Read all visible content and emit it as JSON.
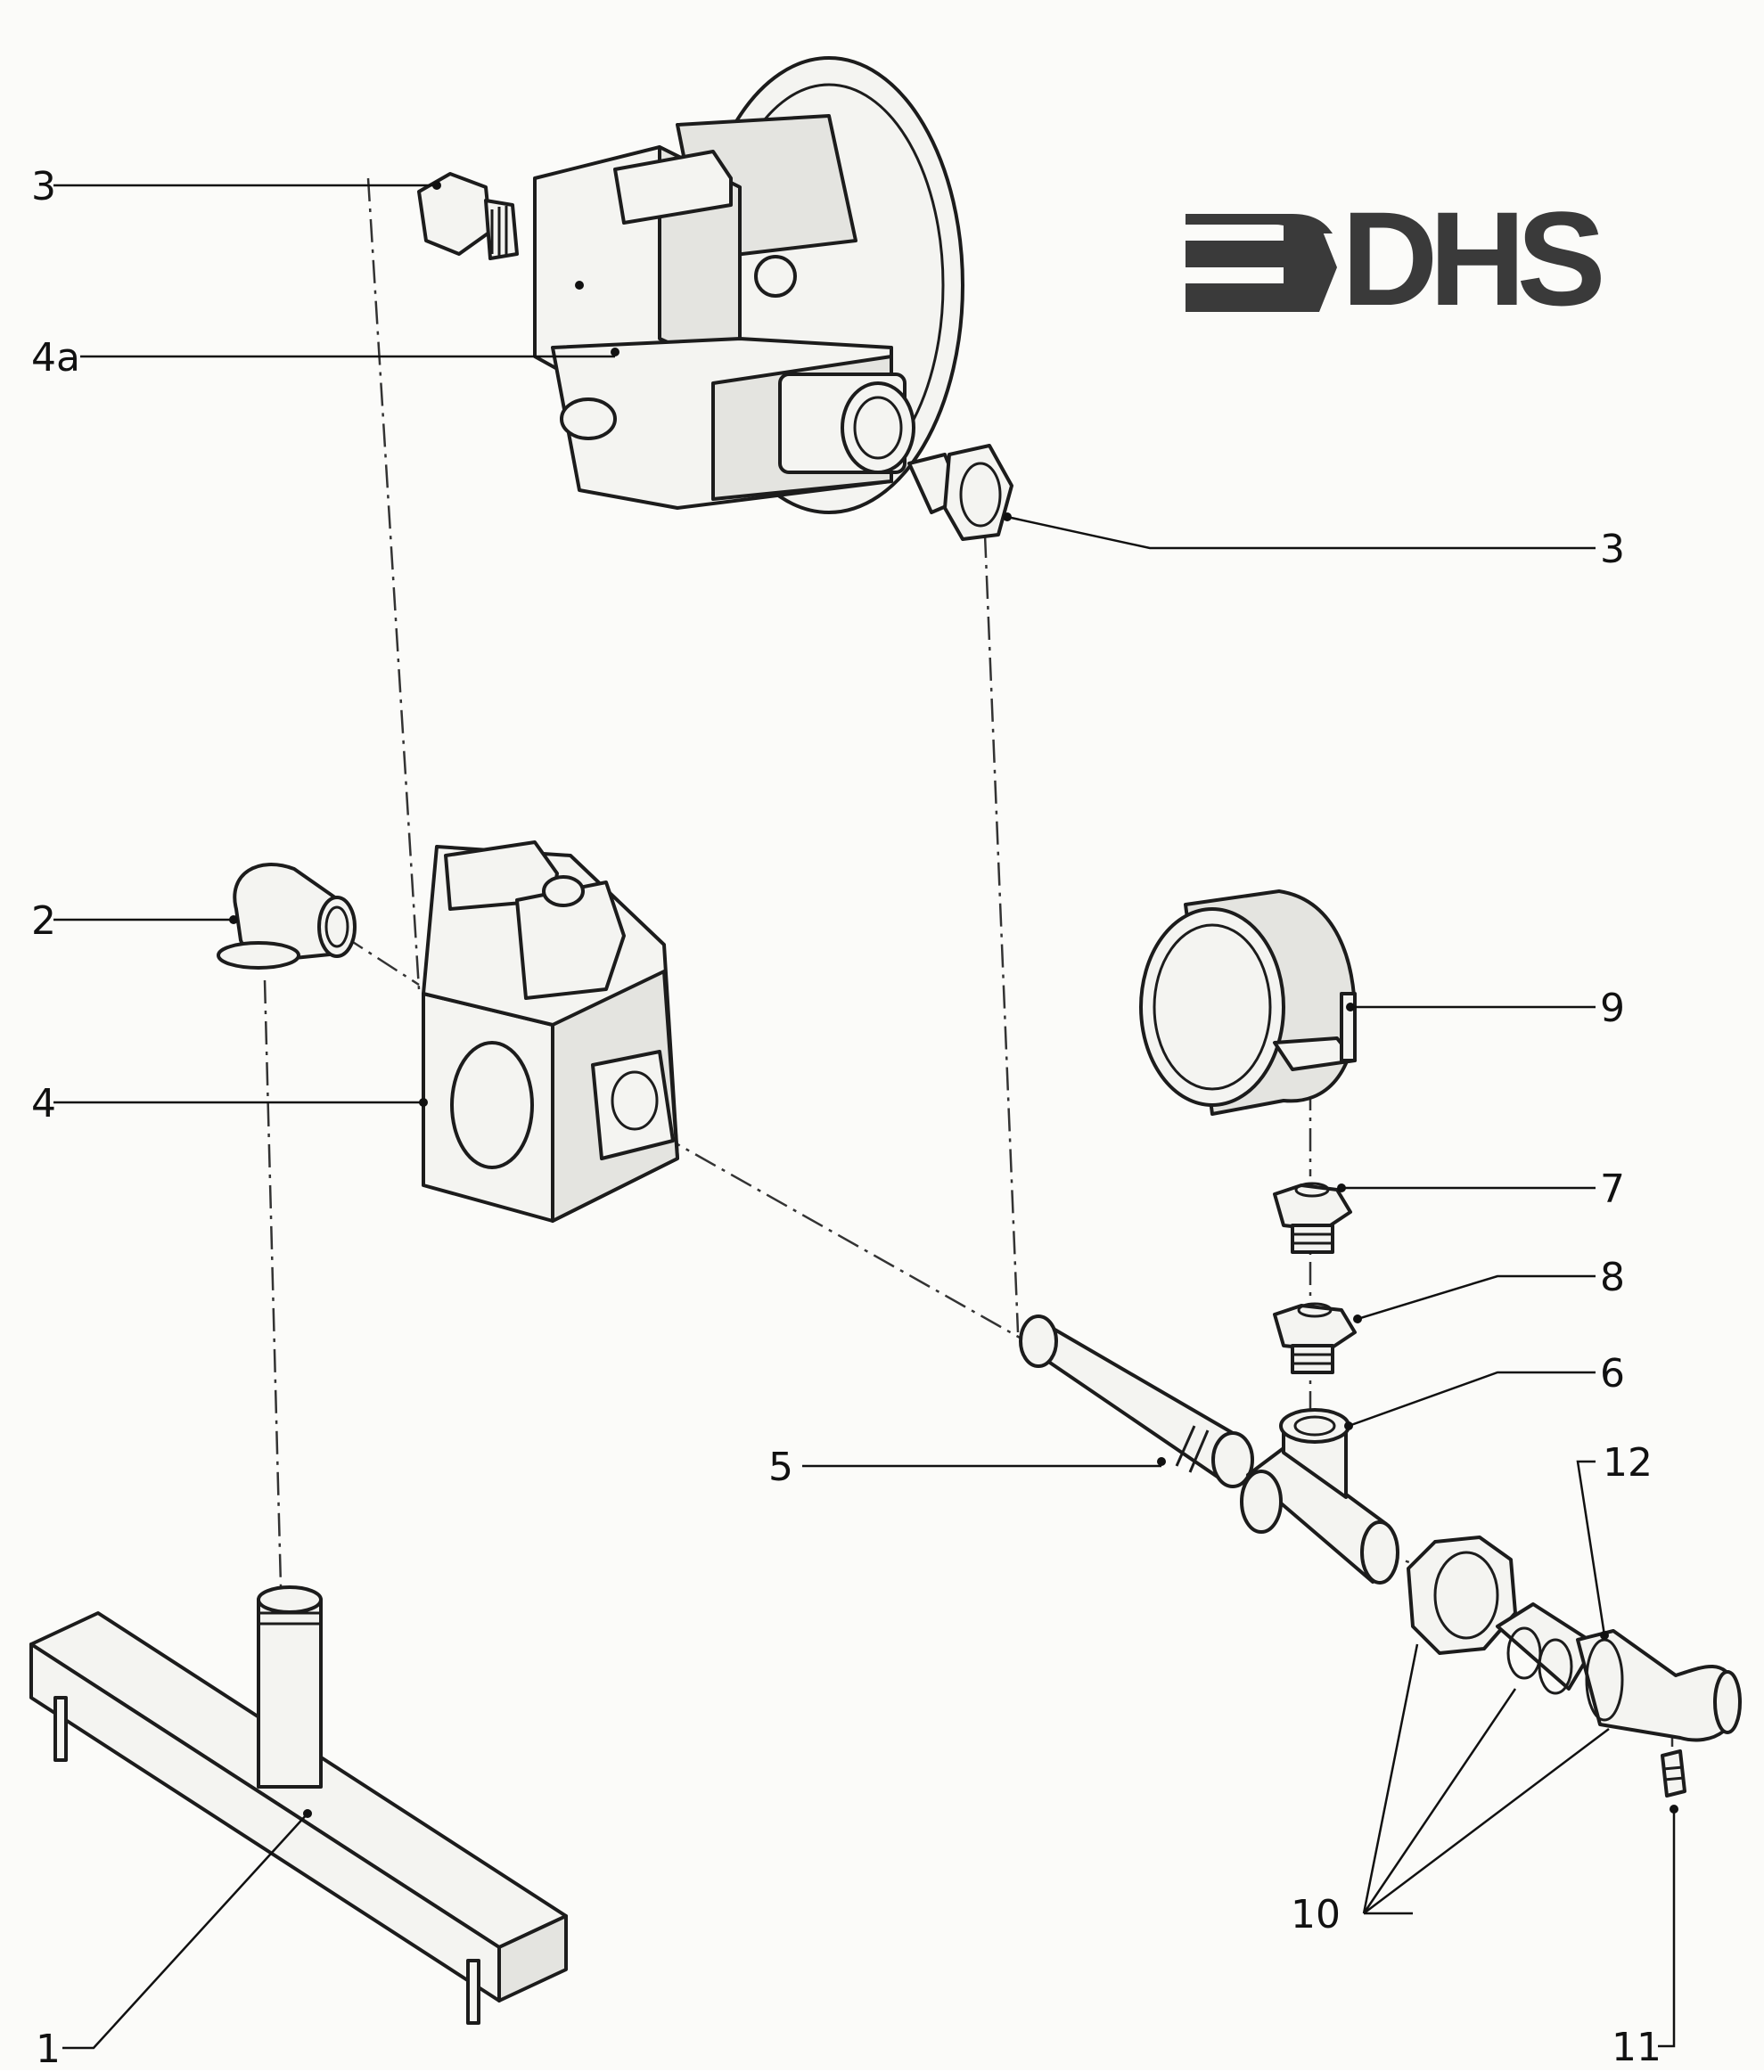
{
  "logo": {
    "text": "DHS",
    "color": "#3a3a3a"
  },
  "callouts": {
    "c1": "1",
    "c2": "2",
    "c3_top": "3",
    "c3_right": "3",
    "c4": "4",
    "c4a": "4a",
    "c5": "5",
    "c6": "6",
    "c7": "7",
    "c8": "8",
    "c9": "9",
    "c10": "10",
    "c11": "11",
    "c12": "12"
  },
  "parts": [
    {
      "callout": "1",
      "icon": "t-frame-icon"
    },
    {
      "callout": "2",
      "icon": "elbow-fitting-icon"
    },
    {
      "callout": "3",
      "icon": "hex-nipple-icon"
    },
    {
      "callout": "4",
      "icon": "gas-valve-icon"
    },
    {
      "callout": "4a",
      "icon": "gas-valve-with-flange-icon"
    },
    {
      "callout": "5",
      "icon": "pipe-nipple-icon"
    },
    {
      "callout": "6",
      "icon": "tee-fitting-icon"
    },
    {
      "callout": "7",
      "icon": "reducer-nipple-icon"
    },
    {
      "callout": "8",
      "icon": "reducer-nipple-icon"
    },
    {
      "callout": "9",
      "icon": "pressure-gauge-icon"
    },
    {
      "callout": "10",
      "icon": "union-nut-icon"
    },
    {
      "callout": "11",
      "icon": "test-nipple-icon"
    },
    {
      "callout": "12",
      "icon": "hose-elbow-icon"
    }
  ]
}
